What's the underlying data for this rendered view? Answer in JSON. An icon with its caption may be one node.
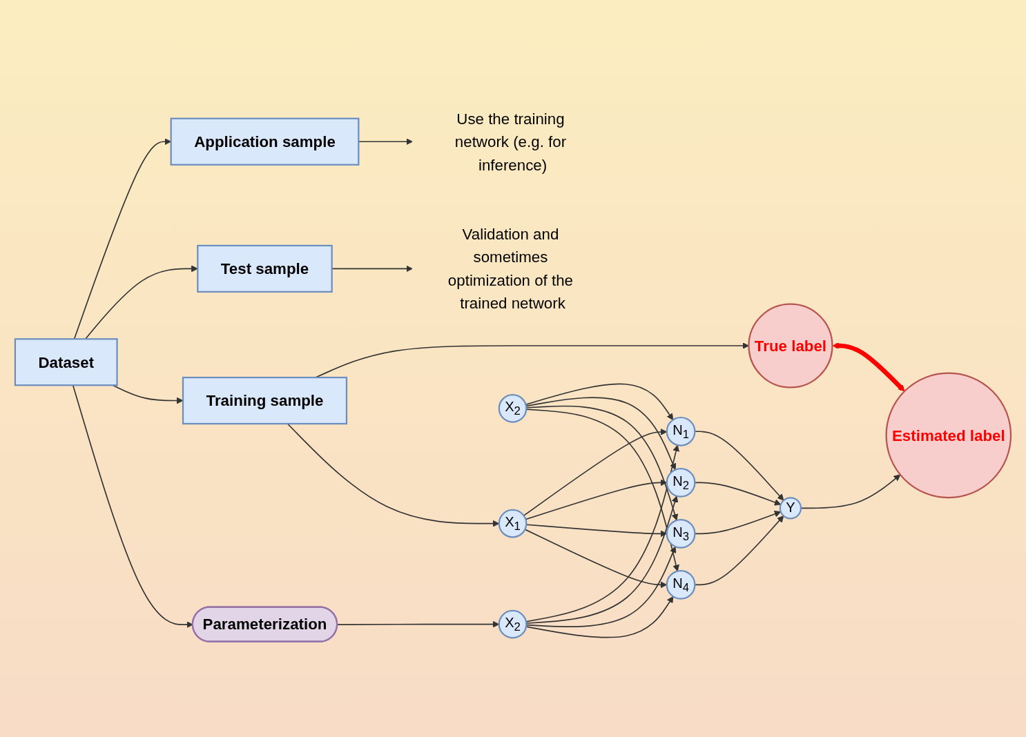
{
  "diagram": {
    "nodes": [
      {
        "text": [
          "Dataset"
        ]
      },
      {
        "text": [
          "Application sample"
        ]
      },
      {
        "text": [
          "Use the training network (e.g. for inference)"
        ]
      },
      {
        "text": [
          "Test sample"
        ]
      },
      {
        "text": [
          "Validation and sometimes optimization of the trained network"
        ]
      },
      {
        "text": [
          "Training sample"
        ]
      },
      {
        "text": [
          "True label"
        ]
      },
      {
        "text": [
          "Estimated label"
        ]
      },
      {
        "text": [
          "Parameterization"
        ]
      },
      {
        "text": [
          "X$_{1}$"
        ]
      },
      {
        "text": [
          "X$_{2}$"
        ]
      },
      {
        "text": [
          "X$_{2}$"
        ]
      },
      {
        "text": [
          "N$_{1}$"
        ]
      },
      {
        "text": [
          "N$_{2}$"
        ]
      },
      {
        "text": [
          "N$_{3}$"
        ]
      },
      {
        "text": [
          "N$_{4}$"
        ]
      },
      {
        "text": [
          "Y"
        ]
      }
    ],
    "edges": [
      {
        "from": 0,
        "to": 1,
        "arrow": "to"
      },
      {
        "from": 0,
        "to": 3,
        "arrow": "to"
      },
      {
        "from": 0,
        "to": 5,
        "arrow": "to"
      },
      {
        "from": 0,
        "to": 8,
        "arrow": "to"
      },
      {
        "from": 1,
        "to": 2,
        "arrow": "to"
      },
      {
        "from": 3,
        "to": 4,
        "arrow": "to"
      },
      {
        "from": 5,
        "to": 6,
        "arrow": "to"
      },
      {
        "from": 5,
        "to": 9,
        "arrow": "to"
      },
      {
        "from": 8,
        "to": 11,
        "arrow": "to"
      },
      {
        "from": 9,
        "to": 12,
        "arrow": "to"
      },
      {
        "from": 9,
        "to": 13,
        "arrow": "to"
      },
      {
        "from": 9,
        "to": 14,
        "arrow": "to"
      },
      {
        "from": 9,
        "to": 15,
        "arrow": "to"
      },
      {
        "from": 10,
        "to": 12,
        "arrow": "to"
      },
      {
        "from": 10,
        "to": 13,
        "arrow": "to"
      },
      {
        "from": 10,
        "to": 14,
        "arrow": "to"
      },
      {
        "from": 10,
        "to": 15,
        "arrow": "to"
      },
      {
        "from": 11,
        "to": 12,
        "arrow": "to"
      },
      {
        "from": 11,
        "to": 13,
        "arrow": "to"
      },
      {
        "from": 11,
        "to": 14,
        "arrow": "to"
      },
      {
        "from": 11,
        "to": 15,
        "arrow": "to"
      },
      {
        "from": 12,
        "to": 16,
        "arrow": "to"
      },
      {
        "from": 13,
        "to": 16,
        "arrow": "to"
      },
      {
        "from": 14,
        "to": 16,
        "arrow": "to"
      },
      {
        "from": 15,
        "to": 16,
        "arrow": "to"
      },
      {
        "from": 16,
        "to": 7,
        "arrow": "to"
      },
      {
        "from": 6,
        "to": 7,
        "arrow": "both",
        "style": "thick",
        "color": "#ff0000"
      }
    ]
  }
}
